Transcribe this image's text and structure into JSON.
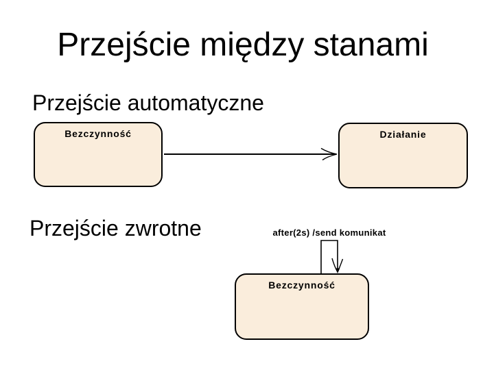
{
  "slide": {
    "title": "Przejście między stanami",
    "background_color": "#FFFFFF",
    "text_color": "#000000"
  },
  "sections": [
    {
      "heading": "Przejście automatyczne",
      "diagram": {
        "type": "uml-state-transition",
        "states": [
          {
            "label": "Bezczynność"
          },
          {
            "label": "Działanie"
          }
        ],
        "transition": {
          "from": "Bezczynność",
          "to": "Działanie"
        }
      }
    },
    {
      "heading": "Przejście zwrotne",
      "diagram": {
        "type": "uml-self-transition",
        "states": [
          {
            "label": "Bezczynność"
          }
        ],
        "transition": {
          "from": "Bezczynność",
          "to": "Bezczynność",
          "label": "after(2s) /send komunikat"
        }
      }
    }
  ],
  "colors": {
    "state_fill": "#FAEDDC",
    "state_border": "#000000",
    "connector": "#000000"
  }
}
